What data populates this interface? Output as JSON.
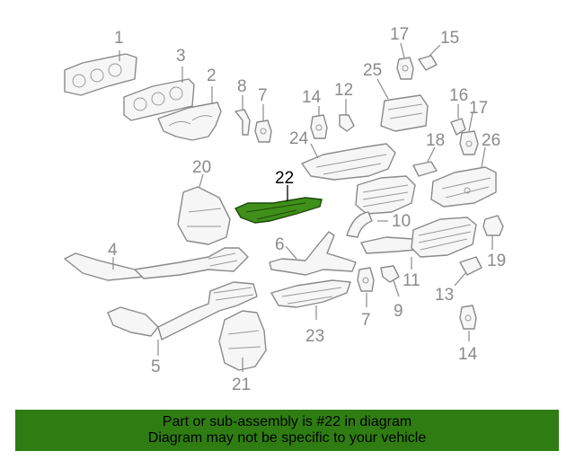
{
  "diagram": {
    "highlight_color": "#2f7d12",
    "callouts": {
      "c1": "1",
      "c2": "2",
      "c3": "3",
      "c4": "4",
      "c5": "5",
      "c6": "6",
      "c7a": "7",
      "c7b": "7",
      "c8": "8",
      "c9": "9",
      "c10": "10",
      "c11": "11",
      "c12": "12",
      "c13": "13",
      "c14a": "14",
      "c14b": "14",
      "c15": "15",
      "c16": "16",
      "c17a": "17",
      "c17b": "17",
      "c18": "18",
      "c19": "19",
      "c20": "20",
      "c21": "21",
      "c22": "22",
      "c23": "23",
      "c24": "24",
      "c25": "25",
      "c26": "26"
    }
  },
  "banner": {
    "line1": "Part or sub-assembly is #22 in diagram",
    "line2": "Diagram may not be specific to your vehicle"
  }
}
